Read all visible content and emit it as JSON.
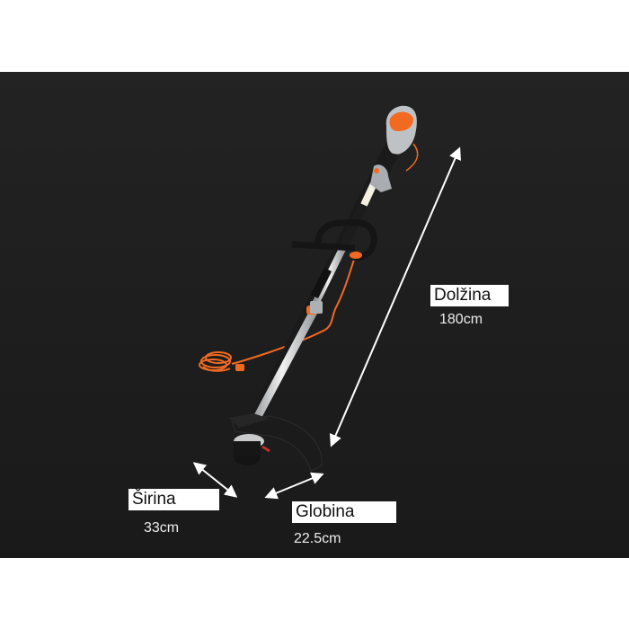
{
  "dimensions": {
    "length": {
      "label": "Dolžina",
      "value": "180cm"
    },
    "width": {
      "label": "Širina",
      "value": "33cm"
    },
    "depth": {
      "label": "Globina",
      "value": "22.5cm"
    }
  },
  "colors": {
    "background": "#1f1f1f",
    "accent_orange": "#f26a21",
    "body_grey": "#b9bcc0",
    "arrow": "#ffffff"
  },
  "product": {
    "subject": "electric grass trimmer with orange cable"
  }
}
